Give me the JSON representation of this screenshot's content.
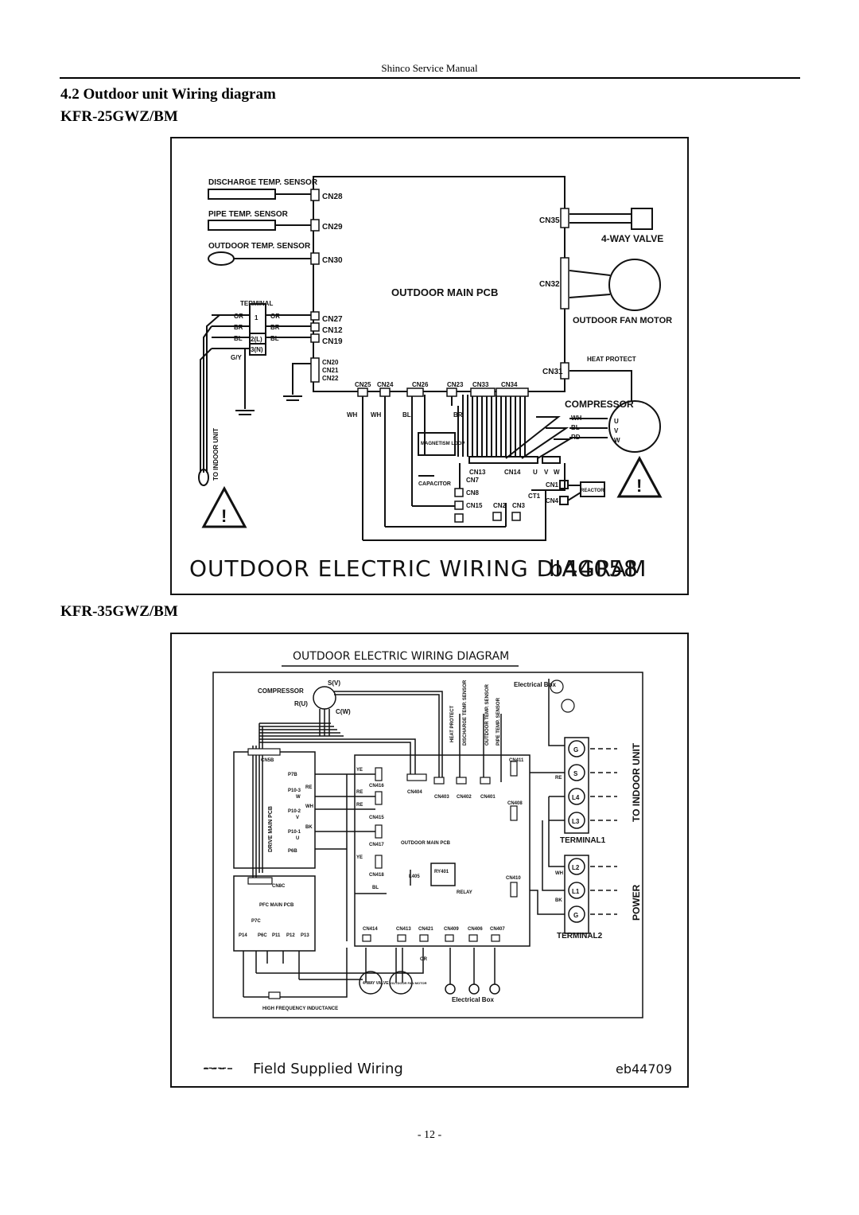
{
  "header": {
    "manual_title": "Shinco Service Manual"
  },
  "section": {
    "title": "4.2 Outdoor unit Wiring diagram"
  },
  "figures": [
    {
      "model": "KFR-25GWZ/BM",
      "diagram_title": "OUTDOOR ELECTRIC WIRING DIAGRAM",
      "diagram_code": "b44058",
      "board": "OUTDOOR MAIN PCB",
      "sensors": [
        "DISCHARGE TEMP. SENSOR",
        "PIPE TEMP. SENSOR",
        "OUTDOOR TEMP. SENSOR"
      ],
      "sensor_connectors": [
        "CN28",
        "CN29",
        "CN30"
      ],
      "terminal": {
        "title": "TERMINAL",
        "left": [
          "OR",
          "BR",
          "BL",
          "G/Y"
        ],
        "pins": [
          "1",
          "2(L)",
          "3(N)"
        ],
        "right": [
          "OR",
          "BR",
          "BL"
        ]
      },
      "terminal_connectors": [
        "CN27",
        "CN12",
        "CN19",
        "CN20",
        "CN21",
        "CN22"
      ],
      "to_indoor": "TO INDOOR UNIT",
      "bottom_connectors": [
        "CN25",
        "CN24",
        "CN26",
        "CN23",
        "CN33",
        "CN34"
      ],
      "wire_colors": [
        "WH",
        "WH",
        "BL",
        "BR"
      ],
      "right_connectors": [
        "CN35",
        "CN32",
        "CN31"
      ],
      "four_way_valve": "4-WAY VALVE",
      "fan_motor": "OUTDOOR FAN MOTOR",
      "heat_protect": "HEAT PROTECT",
      "compressor": "COMPRESSOR",
      "compressor_wires": [
        "WH",
        "BL",
        "RD"
      ],
      "compressor_phases": [
        "U",
        "V",
        "W"
      ],
      "magnetism_loop": "MAGNETISM LOOP",
      "capacitor": "CAPACITOR",
      "lower_connectors": [
        "CN13",
        "CN14",
        "U",
        "V",
        "W",
        "CN7",
        "CN8",
        "CN15",
        "CN2",
        "CN3",
        "CT1",
        "CN1",
        "CN4"
      ],
      "reactor": "REACTOR"
    },
    {
      "model": "KFR-35GWZ/BM",
      "diagram_title": "OUTDOOR ELECTRIC WIRING DIAGRAM",
      "diagram_code": "eb44709",
      "legend_dashes": "-----",
      "legend_label": "Field Supplied Wiring",
      "compressor": "COMPRESSOR",
      "compressor_pins": [
        "S(V)",
        "R(U)",
        "C(W)"
      ],
      "electrical_box": "Electrical Box",
      "sensors": [
        "HEAT PROTECT",
        "DISCHARGE TEMP. SENSOR",
        "OUTDOOR TEMP. SENSOR",
        "PIPE TEMP. SENSOR"
      ],
      "drive_board": "DRIVE MAIN PCB",
      "drive_pins": [
        "CN5B",
        "P7B",
        "P10-3",
        "W",
        "P10-2",
        "V",
        "P10-1",
        "U",
        "P6B"
      ],
      "drive_wires": [
        "RE",
        "WH",
        "BK"
      ],
      "main_board": "OUTDOOR MAIN PCB",
      "main_connectors": [
        "CN416",
        "CN404",
        "CN403",
        "CN402",
        "CN401",
        "CN411",
        "CN415",
        "CN408",
        "CN417",
        "CN418",
        "L405",
        "RY401",
        "RELAY",
        "CN410"
      ],
      "main_wires": [
        "YE",
        "RE",
        "RE",
        "YE",
        "BL",
        "RE",
        "WH",
        "BK",
        "OR"
      ],
      "bottom_connectors": [
        "CN414",
        "CN413",
        "CN421",
        "CN409",
        "CN406",
        "CN407"
      ],
      "pfc_board": "PFC MAIN PCB",
      "pfc_pins": [
        "CN8C",
        "P7C",
        "P14",
        "P6C",
        "P11",
        "P12",
        "P13"
      ],
      "four_way_valve": "4-WAY VALVE",
      "fan_motor": "OUTDOOR FAN MOTOR",
      "inductance": "HIGH FREQUENCY INDUCTANCE",
      "terminal1": {
        "title": "TERMINAL1",
        "pins": [
          "G",
          "S",
          "L4",
          "L3"
        ],
        "label": "TO INDOOR UNIT"
      },
      "terminal2": {
        "title": "TERMINAL2",
        "pins": [
          "L2",
          "L1",
          "G"
        ],
        "label": "POWER"
      }
    }
  ],
  "footer": {
    "page_number": "- 12 -"
  }
}
